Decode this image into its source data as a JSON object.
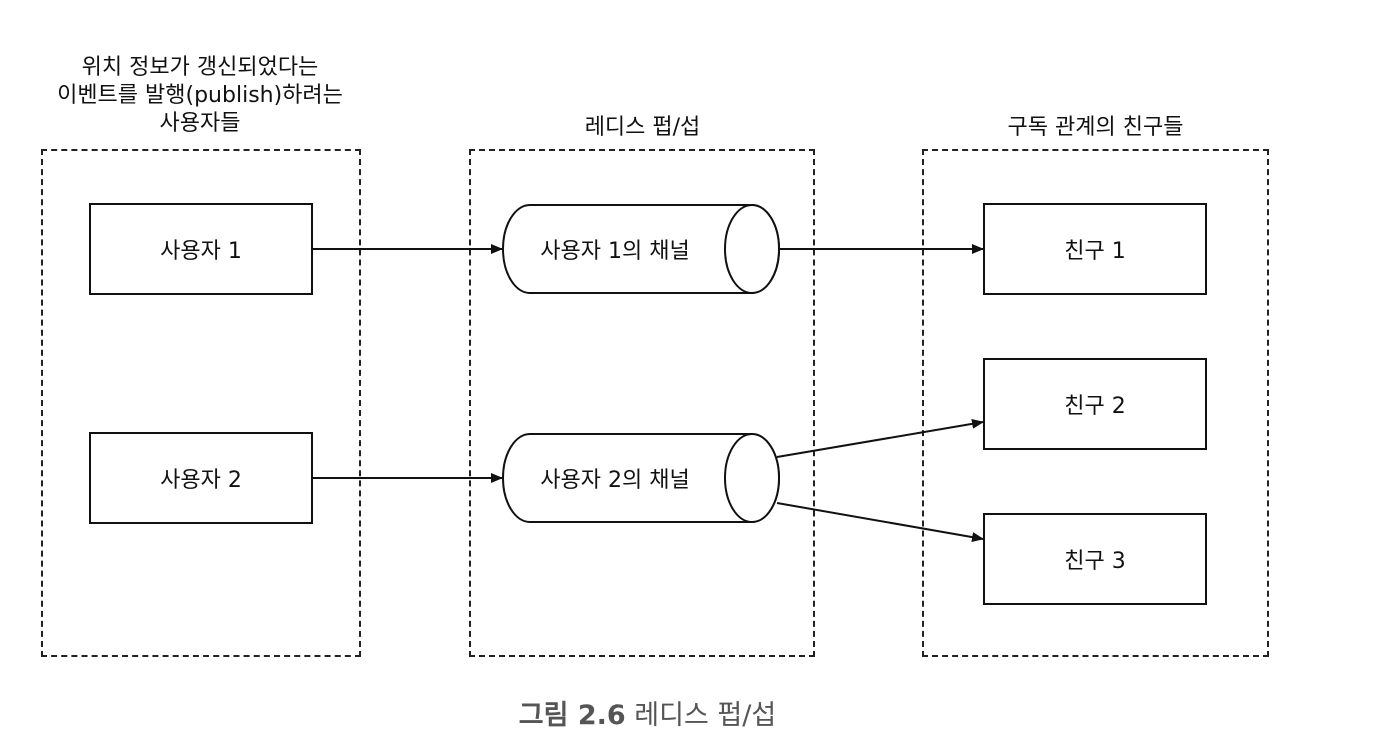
{
  "groups": {
    "publishers": {
      "title": "위치 정보가 갱신되었다는\n이벤트를 발행(publish)하려는\n사용자들"
    },
    "redis": {
      "title": "레디스 펍/섭"
    },
    "subscribers": {
      "title": "구독 관계의 친구들"
    }
  },
  "publishers": [
    "사용자 1",
    "사용자 2"
  ],
  "channels": [
    "사용자 1의 채널",
    "사용자 2의 채널"
  ],
  "friends": [
    "친구 1",
    "친구 2",
    "친구 3"
  ],
  "caption": {
    "prefix": "그림 2.6",
    "text": " 레디스 펍/섭"
  },
  "colors": {
    "line": "#111111",
    "dash": "#222222",
    "caption": "#555555"
  }
}
